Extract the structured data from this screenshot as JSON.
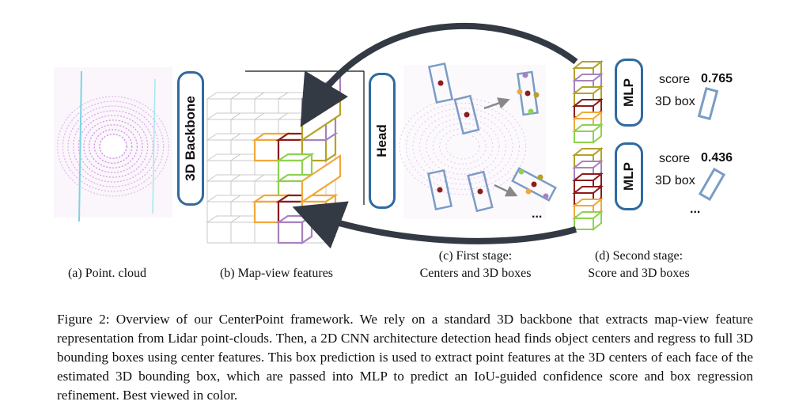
{
  "figure": {
    "backbone_label": "3D Backbone",
    "head_label": "Head",
    "mlp_label_top": "MLP",
    "mlp_label_bottom": "MLP",
    "score_label_top": "score",
    "score_value_top": "0.765",
    "box_label_top": "3D box",
    "score_label_bottom": "score",
    "score_value_bottom": "0.436",
    "box_label_bottom": "3D box",
    "ellipsis_stage1": "...",
    "ellipsis_stage2": "...",
    "colors": {
      "blue": "#2f6aa0",
      "purple": "#a882bf",
      "olive": "#b5a12a",
      "darkred": "#8c1c1c",
      "orange": "#f0a83a",
      "green": "#8fd14f",
      "grid": "#c8c8c8",
      "arrow": "#333a44",
      "pointcloud": "#cc7fe0"
    }
  },
  "subfigures": {
    "a": "(a) Point. cloud",
    "b": "(b) Map-view features",
    "c_line1": "(c) First stage:",
    "c_line2": "Centers and 3D boxes",
    "d_line1": "(d) Second stage:",
    "d_line2": "Score and 3D boxes"
  },
  "caption": "Figure 2: Overview of our CenterPoint framework.  We rely on a standard 3D backbone that extracts map-view feature representation from Lidar point-clouds. Then, a 2D CNN architecture detection head finds object centers and regress to full 3D bounding boxes using center features. This box prediction is used to extract point features at the 3D centers of each face of the estimated 3D bounding box, which are passed into MLP to predict an IoU-guided confidence score and box regression refinement. Best viewed in color."
}
